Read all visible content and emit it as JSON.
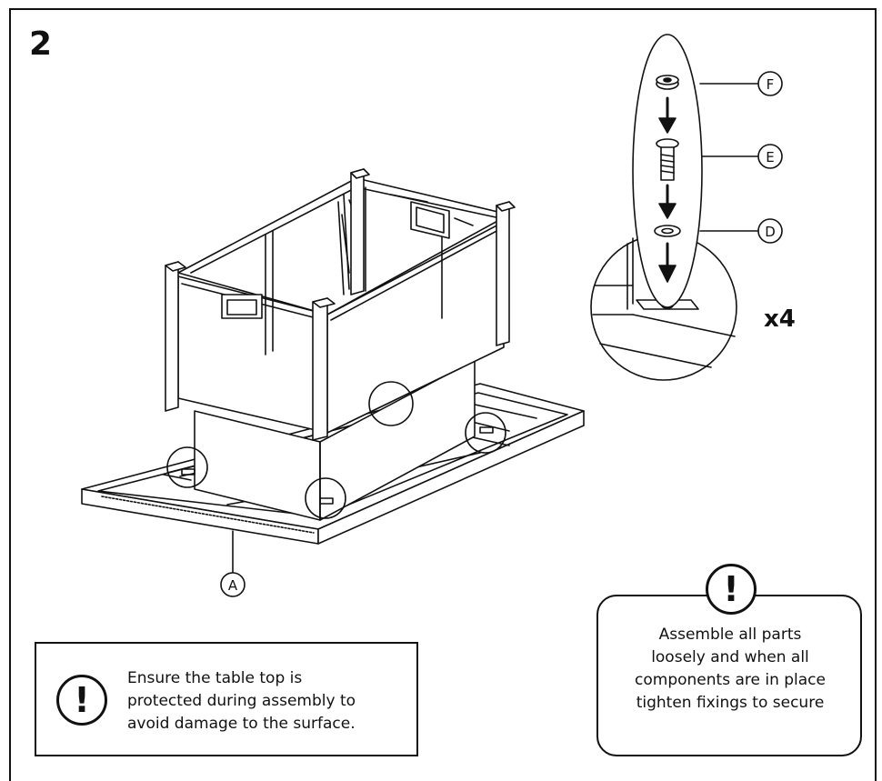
{
  "step": {
    "number": "2"
  },
  "parts": {
    "F": "F",
    "E": "E",
    "D": "D",
    "A": "A"
  },
  "quantity": "x4",
  "warning_icon": "exclamation-icon",
  "warning": {
    "lines": [
      "Ensure the table top is",
      "protected during assembly to",
      "avoid damage to the surface."
    ]
  },
  "note": {
    "lines": [
      "Assemble all parts",
      "loosely and when all",
      "components are in place",
      "tighten fixings to secure"
    ]
  },
  "colors": {
    "ink": "#111111",
    "paper": "#ffffff"
  }
}
